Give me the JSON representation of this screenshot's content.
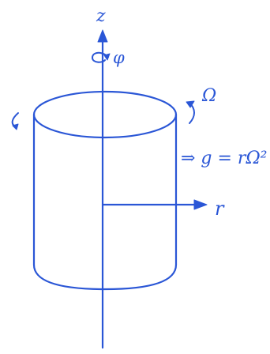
{
  "labels": {
    "z_axis": "z",
    "phi": "φ",
    "omega": "Ω",
    "gravity_eq": "⇒ g = rΩ²",
    "r_axis": "r"
  },
  "icons": [
    "arrow-up-icon",
    "arrow-right-icon",
    "rotation-arrow-icon"
  ],
  "colors": {
    "ink": "#2a56d6",
    "background": "#ffffff"
  }
}
